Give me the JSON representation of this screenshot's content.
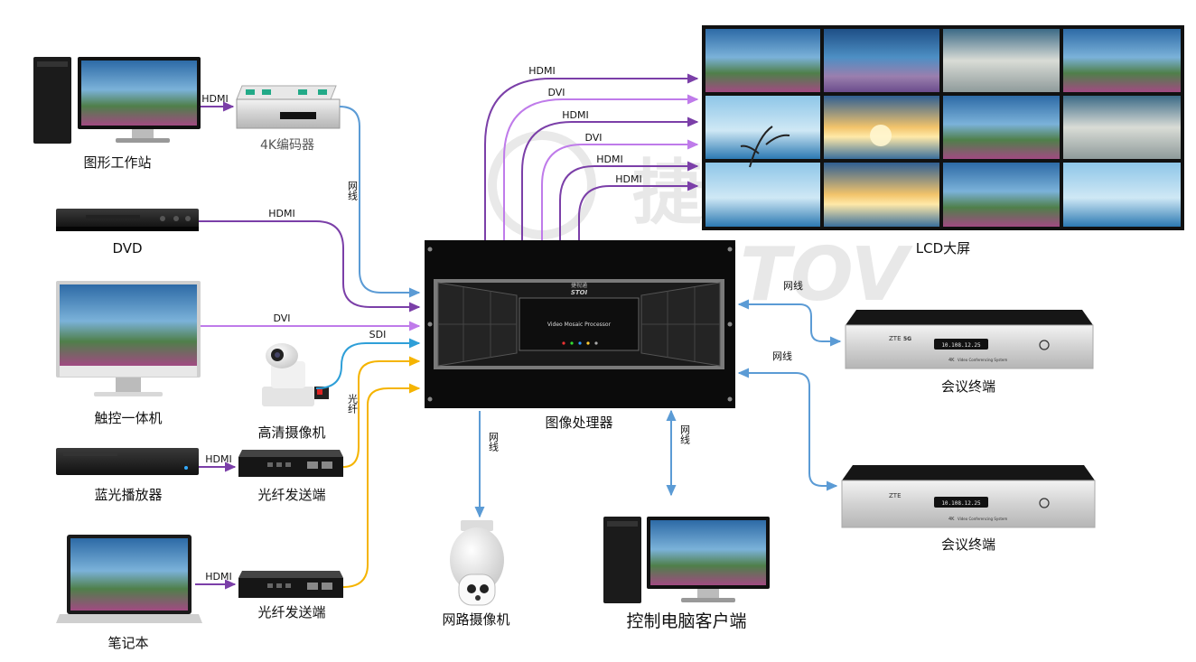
{
  "colors": {
    "hdmi": "#7b3fa8",
    "dvi": "#bf7bea",
    "network": "#5b9bd5",
    "fiber": "#f5b400",
    "sdi": "#2e9fd8"
  },
  "devices": {
    "workstation": "图形工作站",
    "encoder": "4K编码器",
    "dvd": "DVD",
    "touch_pc": "触控一体机",
    "hd_camera": "高清摄像机",
    "bluray": "蓝光播放器",
    "fiber_tx_1": "光纤发送端",
    "fiber_tx_2": "光纤发送端",
    "laptop": "笔记本",
    "processor": "图像处理器",
    "ip_camera": "网路摄像机",
    "control_pc": "控制电脑客户端",
    "lcd_wall": "LCD大屏",
    "terminal_1": "会议终端",
    "terminal_2": "会议终端"
  },
  "processor_panel": {
    "title": "Video Mosaic Processor",
    "brand": "STOI",
    "brand_cn": "捷视通"
  },
  "terminal": {
    "brand_1": "ZTE",
    "brand_1_badge": "5G",
    "brand_2": "ZTE",
    "ip": "10.108.12.25",
    "badge": "4K",
    "badge_text": "Video Conferencing System"
  },
  "cables": {
    "ws_hdmi": "HDMI",
    "encoder_net": "网线",
    "dvd_hdmi": "HDMI",
    "touch_dvi": "DVI",
    "cam_sdi": "SDI",
    "fiber": "光纤",
    "bluray_hdmi": "HDMI",
    "laptop_hdmi": "HDMI",
    "out_1": "HDMI",
    "out_2": "DVI",
    "out_3": "HDMI",
    "out_4": "DVI",
    "out_5": "HDMI",
    "out_6": "HDMI",
    "term_net_1": "网线",
    "term_net_2": "网线",
    "ipcam_net": "网线",
    "ctrl_net": "网线"
  },
  "watermark": {
    "cn": "捷视通",
    "en": "STOV"
  }
}
